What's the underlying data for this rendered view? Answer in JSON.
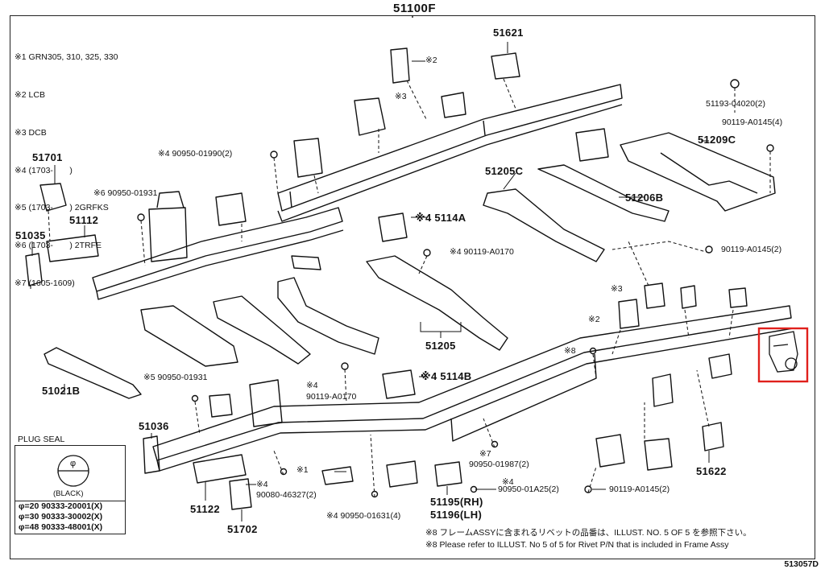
{
  "diagram": {
    "top_code": "51100F",
    "notes": [
      "※1 GRN305, 310, 325, 330",
      "※2 LCB",
      "※3 DCB",
      "※4 (1703-       )",
      "※5 (1703-       ) 2GRFKS",
      "※6 (1703-       ) 2TRFE",
      "※7 (1605-1609)"
    ],
    "labels": {
      "p51621": "51621",
      "p51701": "51701",
      "p51112": "51112",
      "p51035": "51035",
      "p51114A": "※4 5114A",
      "p51205C": "51205C",
      "p51206B": "51206B",
      "p51209C": "51209C",
      "p51205": "51205",
      "p51021B": "51021B",
      "p51114B": "※4 5114B",
      "p51036": "51036",
      "p51122": "51122",
      "p51702": "51702",
      "p51622": "51622",
      "p51195": "51195(RH)",
      "p51196": "51196(LH)"
    },
    "small_labels": {
      "s2a": "※2",
      "s3a": "※3",
      "s90950_01990": "※4 90950-01990(2)",
      "s90950_01931a": "※6 90950-01931",
      "s51193": "51193-04020(2)",
      "s90119_a0145_4": "90119-A0145(4)",
      "s90119_a0170a": "※4 90119-A0170",
      "s90119_a0145_2a": "90119-A0145(2)",
      "s3b": "※3",
      "s2b": "※2",
      "s8": "※8",
      "s90950_01931b": "※5 90950-01931",
      "s4a": "※4",
      "s90119_a0170b": "90119-A0170",
      "s7": "※7",
      "s90950_01987": "90950-01987(2)",
      "s4b": "※4",
      "s90950_01a25": "90950-01A25(2)",
      "s90119_a0145_2b": "90119-A0145(2)",
      "s1": "※1",
      "s4c": "※4",
      "s90080": "90080-46327(2)",
      "s4d": "※4 90950-01631(4)"
    },
    "plug_seal": {
      "title": "PLUG SEAL",
      "symbol": "φ",
      "color_note": "(BLACK)",
      "rows": [
        "φ=20  90333-20001(X)",
        "φ=30  90333-30002(X)",
        "φ=48  90333-48001(X)"
      ]
    },
    "footnotes": [
      "※8 フレームASSYに含まれるリベットの品番は、ILLUST. NO. 5  OF  5  を参照下さい。",
      "※8 Please refer to ILLUST. No 5 of 5 for Rivet P/N that is included in Frame Assy"
    ],
    "corner_code": "513057D",
    "highlight_color": "#e0201c"
  }
}
